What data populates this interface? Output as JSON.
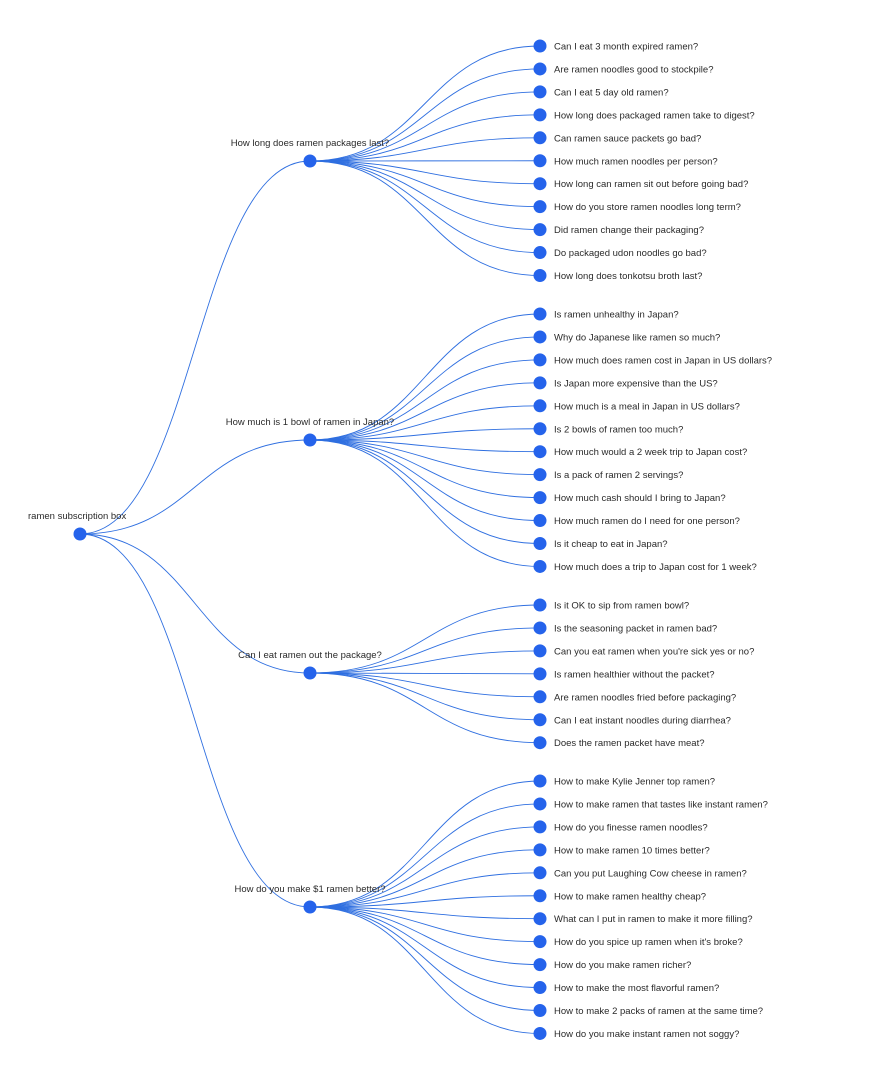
{
  "tree": {
    "root": "ramen subscription box",
    "branches": [
      {
        "label": "How long does ramen packages last?",
        "children": [
          "Can I eat 3 month expired ramen?",
          "Are ramen noodles good to stockpile?",
          "Can I eat 5 day old ramen?",
          "How long does packaged ramen take to digest?",
          "Can ramen sauce packets go bad?",
          "How much ramen noodles per person?",
          "How long can ramen sit out before going bad?",
          "How do you store ramen noodles long term?",
          "Did ramen change their packaging?",
          "Do packaged udon noodles go bad?",
          "How long does tonkotsu broth last?"
        ]
      },
      {
        "label": "How much is 1 bowl of ramen in Japan?",
        "children": [
          "Is ramen unhealthy in Japan?",
          "Why do Japanese like ramen so much?",
          "How much does ramen cost in Japan in US dollars?",
          "Is Japan more expensive than the US?",
          "How much is a meal in Japan in US dollars?",
          "Is 2 bowls of ramen too much?",
          "How much would a 2 week trip to Japan cost?",
          "Is a pack of ramen 2 servings?",
          "How much cash should I bring to Japan?",
          "How much ramen do I need for one person?",
          "Is it cheap to eat in Japan?",
          "How much does a trip to Japan cost for 1 week?"
        ]
      },
      {
        "label": "Can I eat ramen out the package?",
        "children": [
          "Is it OK to sip from ramen bowl?",
          "Is the seasoning packet in ramen bad?",
          "Can you eat ramen when you're sick yes or no?",
          "Is ramen healthier without the packet?",
          "Are ramen noodles fried before packaging?",
          "Can I eat instant noodles during diarrhea?",
          "Does the ramen packet have meat?"
        ]
      },
      {
        "label": "How do you make $1 ramen better?",
        "children": [
          "How to make Kylie Jenner top ramen?",
          "How to make ramen that tastes like instant ramen?",
          "How do you finesse ramen noodles?",
          "How to make ramen 10 times better?",
          "Can you put Laughing Cow cheese in ramen?",
          "How to make ramen healthy cheap?",
          "What can I put in ramen to make it more filling?",
          "How do you spice up ramen when it's broke?",
          "How do you make ramen richer?",
          "How to make the most flavorful ramen?",
          "How to make 2 packs of ramen at the same time?",
          "How do you make instant ramen not soggy?"
        ]
      }
    ]
  },
  "colors": {
    "node": "#2563eb",
    "edge": "#2f6fe0",
    "text": "#2a2a2a"
  }
}
